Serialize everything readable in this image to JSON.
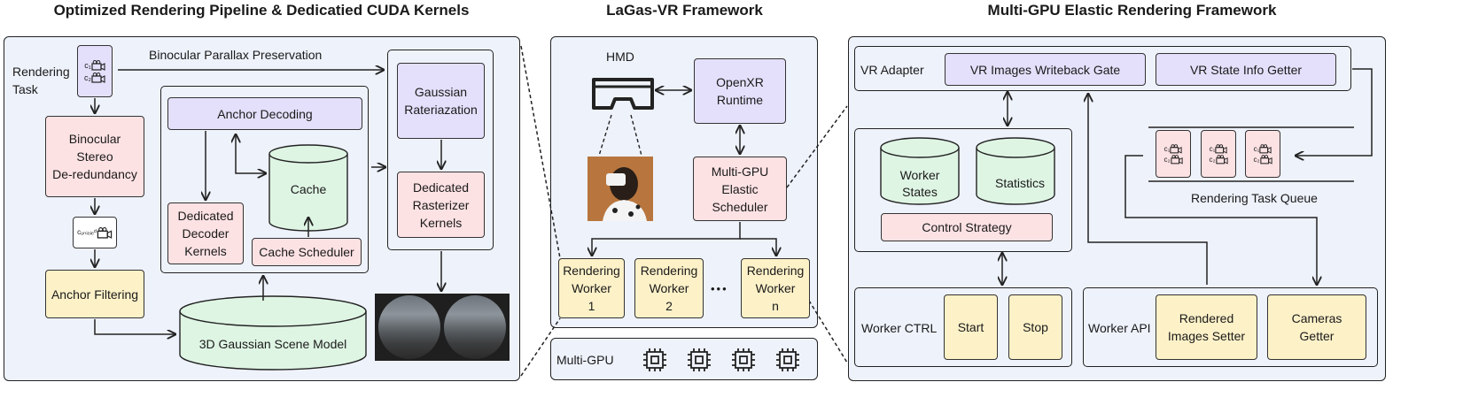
{
  "titles": {
    "left": "Optimized Rendering Pipeline & Dedicatied CUDA Kernels",
    "middle": "LaGas-VR Framework",
    "right": "Multi-GPU Elastic Rendering Framework"
  },
  "left": {
    "rendering_task": "Rendering\nTask",
    "binocular_parallax": "Binocular Parallax Preservation",
    "stereo_dedup": "Binocular\nStereo\nDe-redundancy",
    "anchor_filtering": "Anchor Filtering",
    "anchor_decoding": "Anchor Decoding",
    "cache": "Cache",
    "decoder_kernels": "Dedicated\nDecoder\nKernels",
    "cache_scheduler": "Cache Scheduler",
    "gaussian_rasterization": "Gaussian\nRateriazation",
    "rasterizer_kernels": "Dedicated\nRasterizer\nKernels",
    "scene_model": "3D Gaussian Scene Model",
    "cam_c1": "c₁",
    "cam_c2": "c₂",
    "cam_unified": "cᵤₙᵢₒᵢₑᵈ"
  },
  "middle": {
    "hmd": "HMD",
    "openxr": "OpenXR\nRuntime",
    "scheduler": "Multi-GPU\nElastic\nScheduler",
    "workers": [
      {
        "label": "Rendering\nWorker\n1"
      },
      {
        "label": "Rendering\nWorker\n2"
      },
      {
        "label": "Rendering\nWorker\nn"
      }
    ],
    "ellipsis": "•••",
    "multi_gpu": "Multi-GPU"
  },
  "right": {
    "vr_adapter": "VR Adapter",
    "writeback_gate": "VR Images Writeback Gate",
    "state_getter": "VR State Info Getter",
    "worker_states": "Worker\nStates",
    "statistics": "Statistics",
    "control_strategy": "Control Strategy",
    "task_queue": "Rendering Task Queue",
    "worker_ctrl": "Worker CTRL",
    "start": "Start",
    "stop": "Stop",
    "worker_api": "Worker API",
    "images_setter": "Rendered\nImages Setter",
    "cameras_getter": "Cameras\nGetter",
    "queue_cams": [
      {
        "top": "c₁",
        "bottom": "c₂"
      },
      {
        "top": "c₁",
        "bottom": "c₂"
      },
      {
        "top": "c₁",
        "bottom": "c₂"
      }
    ]
  }
}
